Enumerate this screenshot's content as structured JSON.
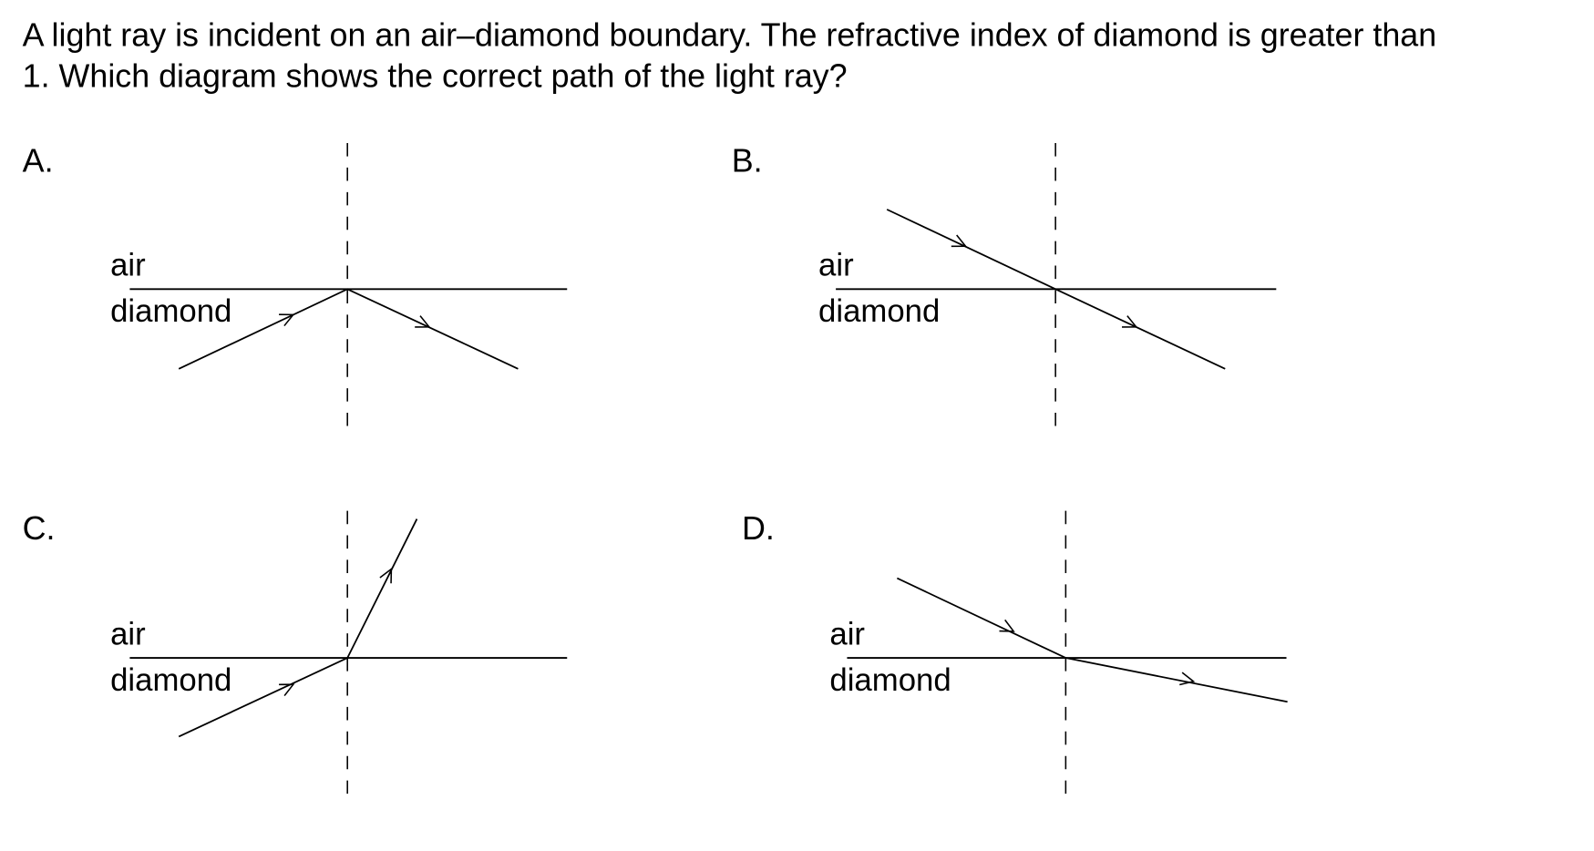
{
  "question": {
    "line1": "A light ray is incident on an air–diamond boundary.  The refractive index of diamond is greater than",
    "line2": "1.  Which diagram shows the correct path of the light ray?"
  },
  "options": [
    {
      "label": "A.",
      "upper_medium": "air",
      "lower_medium": "diamond"
    },
    {
      "label": "B.",
      "upper_medium": "air",
      "lower_medium": "diamond"
    },
    {
      "label": "C.",
      "upper_medium": "air",
      "lower_medium": "diamond"
    },
    {
      "label": "D.",
      "upper_medium": "air",
      "lower_medium": "diamond"
    }
  ]
}
